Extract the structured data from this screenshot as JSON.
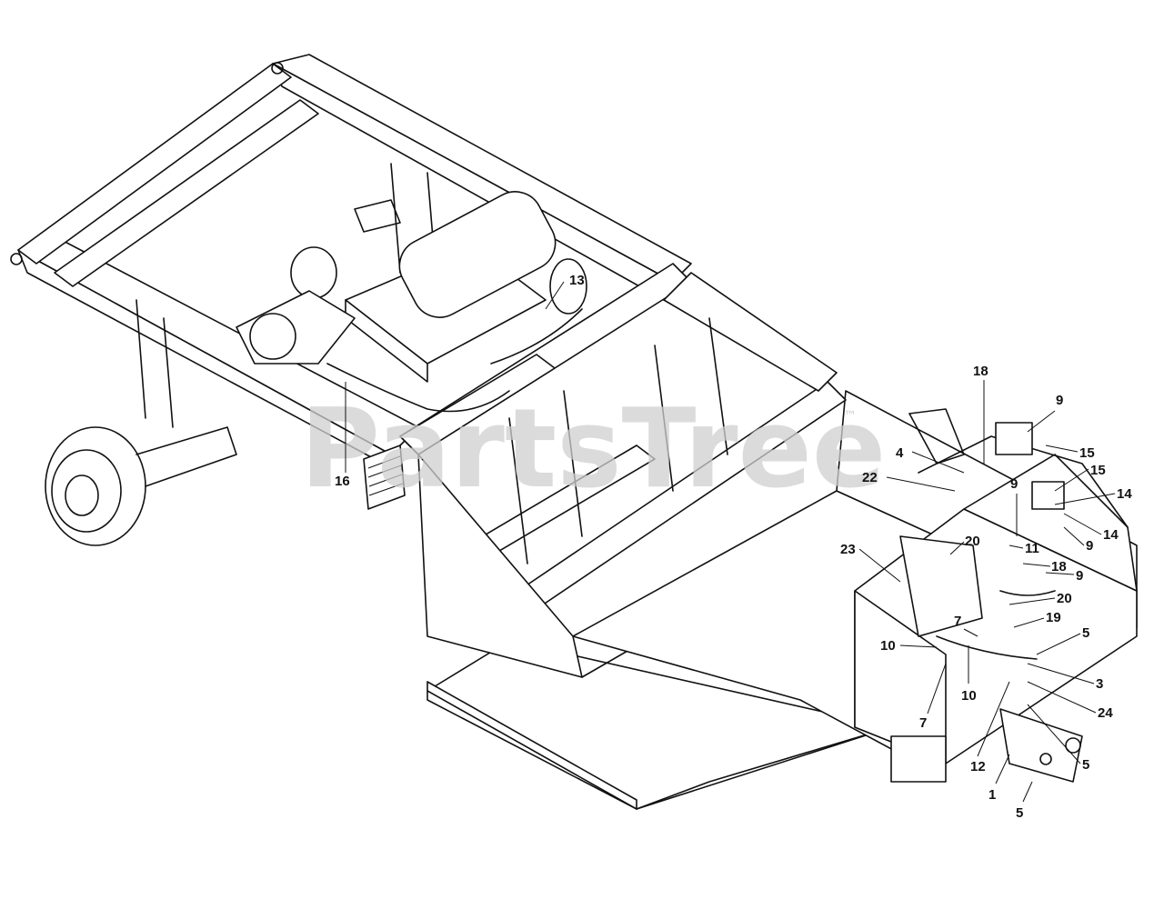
{
  "watermark": {
    "text": "PartsTree",
    "trademark": "™",
    "color": "#cfcfcf"
  },
  "callouts": [
    {
      "label": "13"
    },
    {
      "label": "16"
    },
    {
      "label": "18"
    },
    {
      "label": "9"
    },
    {
      "label": "4"
    },
    {
      "label": "15"
    },
    {
      "label": "22"
    },
    {
      "label": "15"
    },
    {
      "label": "9"
    },
    {
      "label": "14"
    },
    {
      "label": "20"
    },
    {
      "label": "14"
    },
    {
      "label": "23"
    },
    {
      "label": "11"
    },
    {
      "label": "9"
    },
    {
      "label": "18"
    },
    {
      "label": "9"
    },
    {
      "label": "20"
    },
    {
      "label": "7"
    },
    {
      "label": "19"
    },
    {
      "label": "10"
    },
    {
      "label": "5"
    },
    {
      "label": "10"
    },
    {
      "label": "3"
    },
    {
      "label": "7"
    },
    {
      "label": "24"
    },
    {
      "label": "12"
    },
    {
      "label": "5"
    },
    {
      "label": "1"
    },
    {
      "label": "5"
    }
  ]
}
